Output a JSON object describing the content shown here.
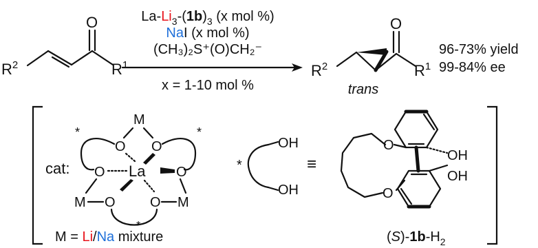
{
  "reaction": {
    "reagent_line1_prefix": "La-",
    "reagent_line1_li": "Li",
    "reagent_line1_li_sub": "3",
    "reagent_line1_mid": "-(",
    "reagent_line1_bold": "1b",
    "reagent_line1_suffix": ")",
    "reagent_line1_sub": "3",
    "reagent_line1_end": " (x mol %)",
    "reagent_line2_na": "Na",
    "reagent_line2_rest": "I (x mol %)",
    "reagent_line3": "(CH₃)₂S⁺(O)CH₂⁻",
    "reagent_line4": "x = 1-10 mol %",
    "yield": "96-73% yield",
    "ee": "99-84% ee",
    "trans_label": "trans",
    "colors": {
      "li": "#e8131b",
      "na": "#1e6fd9"
    }
  },
  "substrate": {
    "r2": "R",
    "r2_sup": "2",
    "r1": "R",
    "r1_sup": "1",
    "oxygen": "O"
  },
  "product": {
    "r2": "R",
    "r2_sup": "2",
    "r1": "R",
    "r1_sup": "1",
    "oxygen": "O"
  },
  "catalyst": {
    "label": "cat:",
    "metal": "La",
    "m": "M",
    "o": "O",
    "star": "*",
    "legend_prefix": "M = ",
    "legend_li": "Li",
    "legend_slash": "/",
    "legend_na": "Na",
    "legend_suffix": " mixture"
  },
  "diol": {
    "star": "*",
    "oh": "OH",
    "equiv": "≡"
  },
  "ligand": {
    "o1": "O",
    "o2": "O",
    "oh1": "OH",
    "oh2": "OH",
    "name_open": "(",
    "name_s": "S",
    "name_close": ")-",
    "name_bold": "1b",
    "name_h": "-H",
    "name_sub": "2"
  }
}
